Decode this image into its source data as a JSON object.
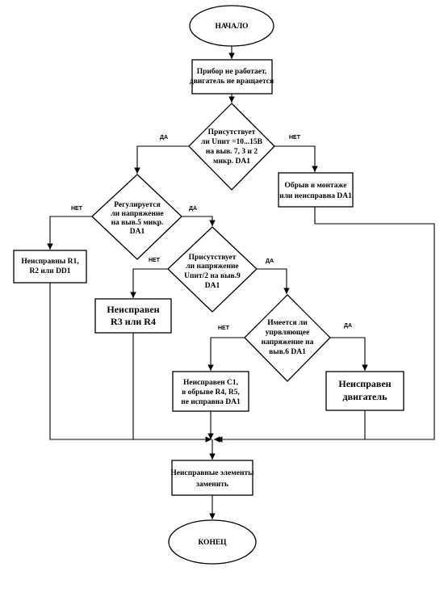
{
  "flowchart": {
    "start": "НАЧАЛО",
    "end": "КОНЕЦ",
    "step_not_working": [
      "Прибор не работает,",
      "двигатель не вращается"
    ],
    "q_supply": [
      "Присутствует",
      "ли Uпит =10...15В",
      "на выв. 7, 3 и 2",
      "микр. DA1"
    ],
    "r_break_da1": [
      "Обрыв в монтаже",
      "или неисправна DA1"
    ],
    "q_regulated": [
      "Регулируется",
      "ли напряжение",
      "на выв.5 микр.",
      "DA1"
    ],
    "r_r1_r2_dd1": [
      "Неисправны R1,",
      "R2 или DD1"
    ],
    "q_half_supply": [
      "Присутствует",
      "ли напряжение",
      "Uпит/2 на выв.9",
      "DA1"
    ],
    "r_r3_r4": [
      "Неисправен",
      "R3 или R4"
    ],
    "q_control_voltage": [
      "Имеется ли",
      "упрвляющее",
      "напряжение на",
      "выв.6 DA1"
    ],
    "r_c1": [
      "Неисправен С1,",
      "в обрыве R4, R5,",
      "не исправна DA1"
    ],
    "r_motor": [
      "Неисправен",
      "двигатель"
    ],
    "step_replace": [
      "Неисправные элементы",
      "заменить"
    ],
    "labels": {
      "yes": "ДА",
      "no": "НЕТ"
    }
  }
}
